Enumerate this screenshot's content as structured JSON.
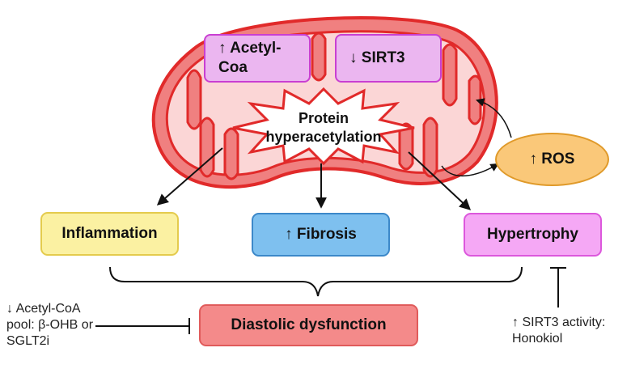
{
  "nodes": {
    "acetyl_coa": "↑ Acetyl-Coa",
    "sirt3": "↓ SIRT3",
    "protein": "Protein hyperacetylation",
    "ros": "↑ ROS",
    "inflammation": "Inflammation",
    "fibrosis": "↑ Fibrosis",
    "hypertrophy": "Hypertrophy",
    "diastolic": "Diastolic dysfunction"
  },
  "interventions": {
    "left": "↓ Acetyl-CoA pool: β-OHB or SGLT2i",
    "right": "↑ SIRT3 activity: Honokiol"
  },
  "colors": {
    "mito_fill": "#f08080",
    "mito_border": "#e12a2a",
    "purple_box": "#ebb6f0",
    "yellow_box": "#fbf1a2",
    "blue_box": "#7ec0ef",
    "pink_box": "#f5a8f5",
    "red_box": "#f48a8a",
    "ros_fill": "#fac879"
  }
}
